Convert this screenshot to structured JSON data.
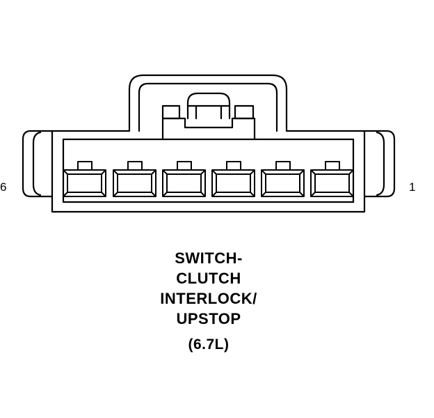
{
  "connector": {
    "pin_count": 6,
    "left_end_label": "6",
    "right_end_label": "1"
  },
  "caption": {
    "lines": [
      "SWITCH-",
      "CLUTCH",
      "INTERLOCK/",
      "UPSTOP"
    ],
    "engine": "(6.7L)"
  },
  "colors": {
    "line": "#000000",
    "background": "#ffffff"
  }
}
